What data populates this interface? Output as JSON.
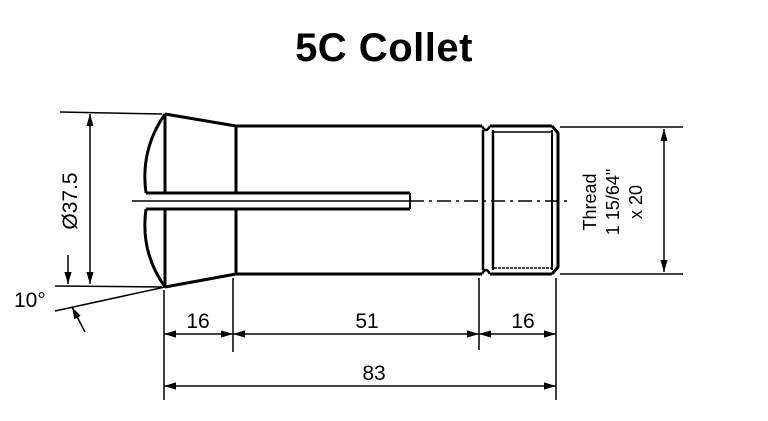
{
  "title": "5C Collet",
  "dimensions": {
    "diameter": "Ø37.5",
    "angle": "10°",
    "length_nose": "16",
    "length_body": "51",
    "length_thread": "16",
    "length_total": "83"
  },
  "thread": {
    "label": "Thread",
    "size": "1 15/64\"",
    "pitch": "x 20"
  },
  "colors": {
    "line": "#000000",
    "background": "#ffffff"
  }
}
